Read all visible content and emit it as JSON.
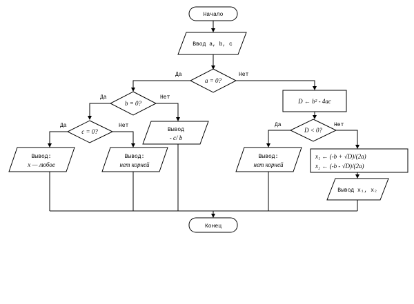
{
  "start": "Начало",
  "end": "Конец",
  "input": "Ввод a, b, c",
  "branch_yes": "Да",
  "branch_no": "Нет",
  "cond_a": "a = 0?",
  "cond_b": "b = 0?",
  "cond_c": "c = 0?",
  "cond_d": "D < 0?",
  "discriminant": "D ← b² - 4ac",
  "output_any": {
    "line1": "Вывод:",
    "line2": "x — любое"
  },
  "output_none_left": {
    "line1": "Вывод:",
    "line2": "нет корней"
  },
  "output_linear": {
    "line1": "Вывод",
    "line2": "- c/ b"
  },
  "output_none_right": {
    "line1": "Вывод:",
    "line2": "нет корней"
  },
  "roots": {
    "x1": "x₁ ← (-b + √D)/(2a)",
    "x2": "x₂ ← (-b - √D)/(2a)"
  },
  "output_roots": "Вывод x₁, x₂"
}
